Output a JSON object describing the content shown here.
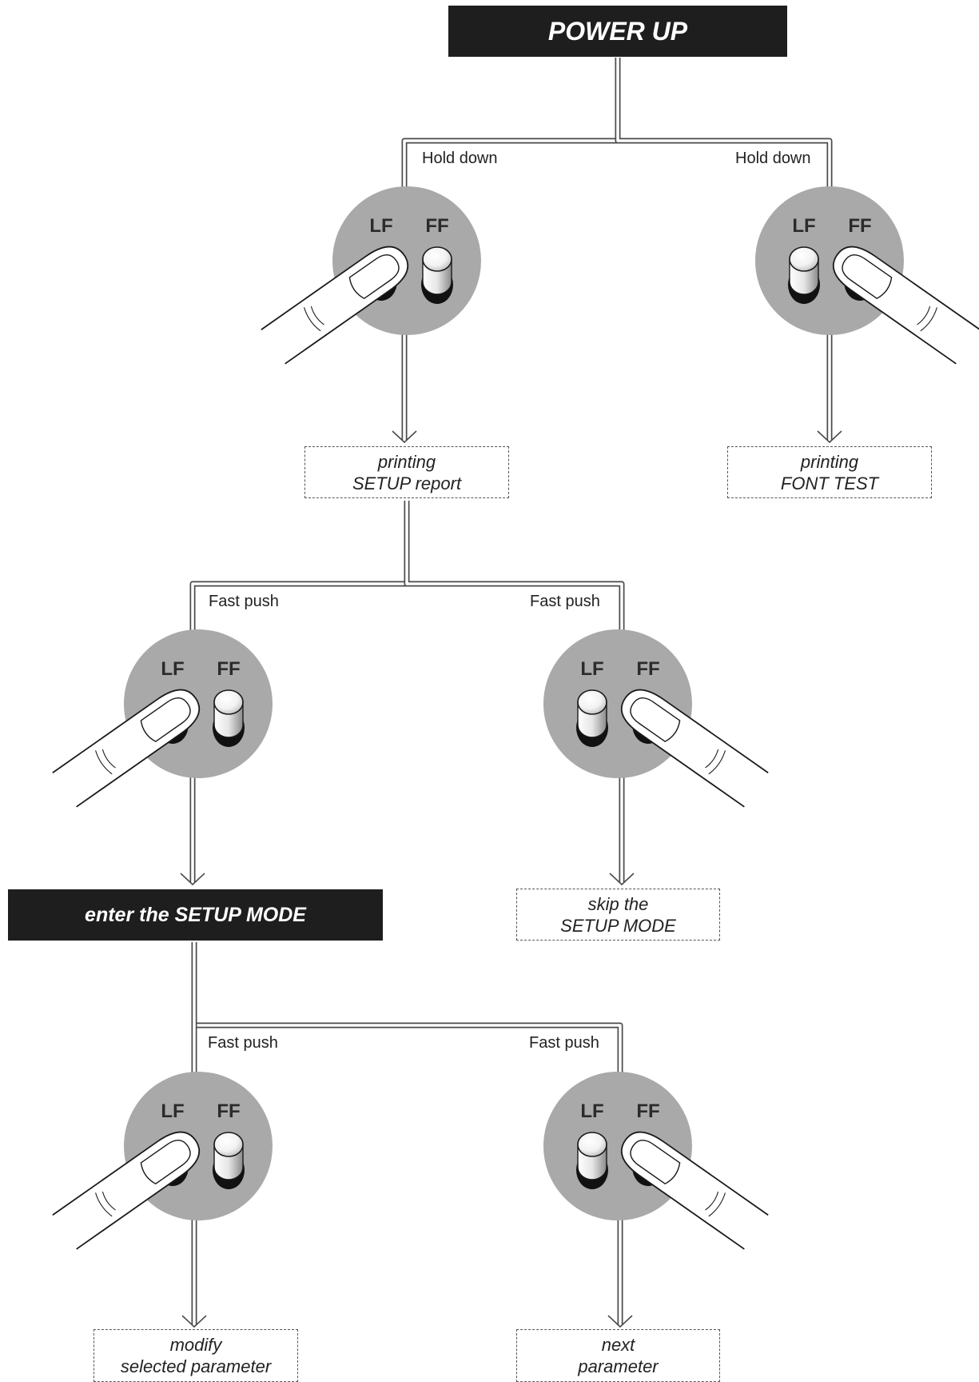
{
  "nodes": {
    "power_up": "POWER UP",
    "setup_report": {
      "line1": "printing",
      "line2": "SETUP report"
    },
    "font_test": {
      "line1": "printing",
      "line2": "FONT TEST"
    },
    "enter_setup": "enter the SETUP MODE",
    "skip_setup": {
      "line1": "skip the",
      "line2": "SETUP MODE"
    },
    "modify_param": {
      "line1": "modify",
      "line2": "selected parameter"
    },
    "next_param": {
      "line1": "next",
      "line2": "parameter"
    }
  },
  "edge_labels": {
    "hold_down_left": "Hold down",
    "hold_down_right": "Hold down",
    "fast_push_1": "Fast push",
    "fast_push_2": "Fast push",
    "fast_push_3": "Fast push",
    "fast_push_4": "Fast push"
  },
  "buttons": {
    "lf": "LF",
    "ff": "FF"
  },
  "panels": [
    {
      "id": "holddown-lf",
      "pressed": "lf"
    },
    {
      "id": "holddown-ff",
      "pressed": "ff"
    },
    {
      "id": "report-fast-lf",
      "pressed": "lf"
    },
    {
      "id": "report-fast-ff",
      "pressed": "ff"
    },
    {
      "id": "setup-fast-lf",
      "pressed": "lf"
    },
    {
      "id": "setup-fast-ff",
      "pressed": "ff"
    }
  ],
  "colors": {
    "panel": "#a9a9a9",
    "dark_box": "#1e1e1e",
    "line": "#4a4a4a"
  }
}
